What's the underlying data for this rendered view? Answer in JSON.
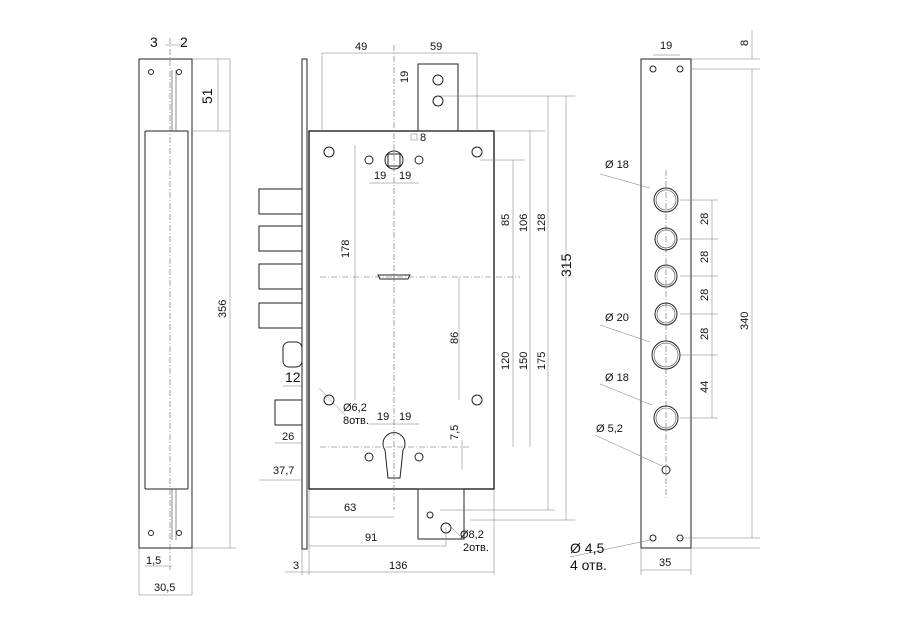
{
  "left_view": {
    "dims": {
      "top_a": "3",
      "top_b": "2",
      "d51": "51",
      "d356": "356",
      "d1_5": "1,5",
      "d30_5": "30,5"
    }
  },
  "center_view": {
    "dims": {
      "d49": "49",
      "d59": "59",
      "d19_top": "19",
      "sq8": "8",
      "d19_l": "19",
      "d19_r": "19",
      "d178": "178",
      "d85": "85",
      "d106": "106",
      "d128": "128",
      "d315": "315",
      "d86": "86",
      "d120": "120",
      "d150": "150",
      "d175": "175",
      "d12": "12",
      "d26": "26",
      "d37_7": "37,7",
      "d6_2": "Ø6,2",
      "holes8": "8отв.",
      "d19_kl": "19",
      "d19_kr": "19",
      "d7_5": "7,5",
      "d63": "63",
      "d91": "91",
      "d8_2": "Ø8,2",
      "holes2": "2отв.",
      "d3": "3",
      "d136": "136"
    }
  },
  "right_view": {
    "dims": {
      "d19": "19",
      "d8": "8",
      "dia18a": "Ø 18",
      "d28a": "28",
      "d28b": "28",
      "d28c": "28",
      "d28d": "28",
      "dia20": "Ø 20",
      "d44": "44",
      "dia18b": "Ø 18",
      "dia5_2": "Ø 5,2",
      "d340": "340",
      "dia4_5": "Ø 4,5",
      "holes4": "4 отв.",
      "d35": "35"
    }
  }
}
